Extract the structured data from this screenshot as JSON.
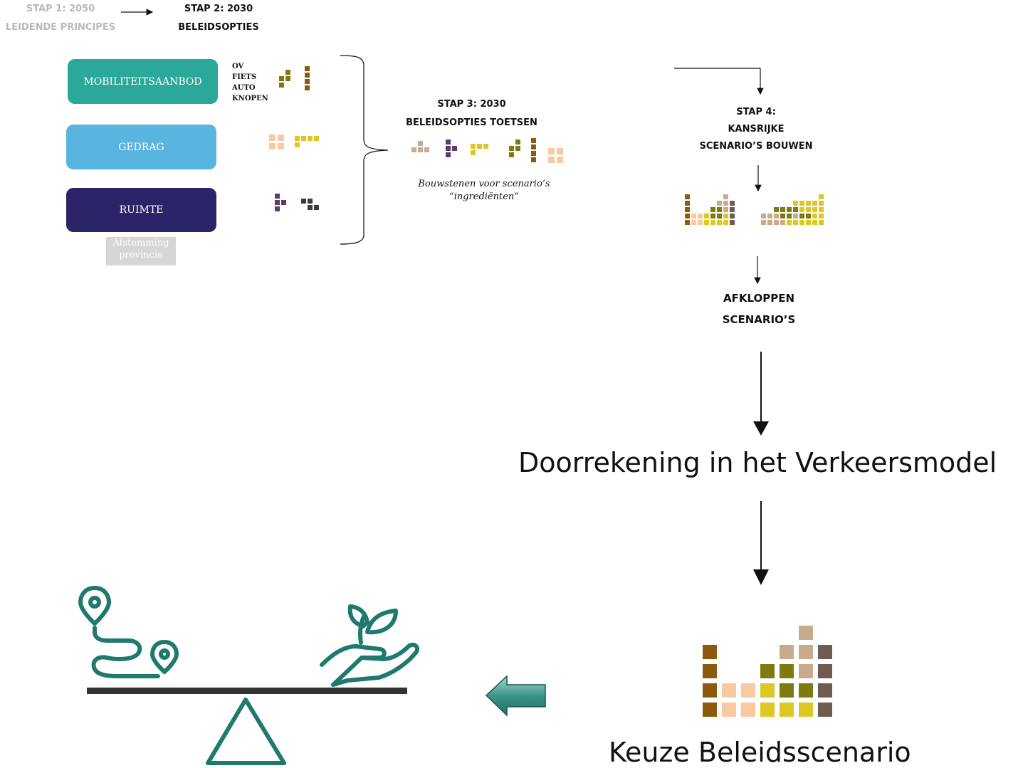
{
  "steps": {
    "stap1": {
      "line1": "STAP 1: 2050",
      "line2": "LEIDENDE PRINCIPES"
    },
    "stap2": {
      "line1": "STAP 2: 2030",
      "line2": "BELEIDSOPTIES"
    },
    "stap3": {
      "line1": "STAP 3: 2030",
      "line2": "BELEIDSOPTIES TOETSEN"
    },
    "stap4": {
      "line1": "STAP 4:",
      "line2": "KANSRIJKE",
      "line3": "SCENARIO’S BOUWEN"
    }
  },
  "categories": {
    "mobiliteit": {
      "label": "MOBILITEITSAANBOD",
      "color": "#2aa99a"
    },
    "gedrag": {
      "label": "GEDRAG",
      "color": "#5ab4e0"
    },
    "ruimte": {
      "label": "RUIMTE",
      "color": "#2b2468"
    }
  },
  "mobility_options": [
    "OV",
    "FIETS",
    "AUTO",
    "KNOPEN"
  ],
  "afstemming": {
    "line1": "Afstemming",
    "line2": "provincie"
  },
  "bouwstenen_note": {
    "line1": "Bouwstenen voor scenario’s",
    "line2": "“ingrediënten”"
  },
  "afkloppen": {
    "line1": "AFKLOPPEN",
    "line2": "SCENARIO’S"
  },
  "doorrekening": "Doorrekening in het Verkeersmodel",
  "keuze": "Keuze Beleidsscenario",
  "colors": {
    "brown": "#8b5a0f",
    "olive": "#7d7a10",
    "peach": "#f9c9a0",
    "yellow": "#ddc724",
    "tan": "#c7ab8c",
    "purple": "#5a3c6e",
    "dark": "#3c3c3c",
    "greybrown": "#6e5c52",
    "teal": "#1f7a6e",
    "balance_bar": "#333333"
  },
  "icons": [
    "right-arrow-icon",
    "brace-icon",
    "down-arrow-icon",
    "left-block-arrow-icon",
    "balance-scale-icon",
    "location-pin-icon",
    "hand-plant-icon"
  ]
}
